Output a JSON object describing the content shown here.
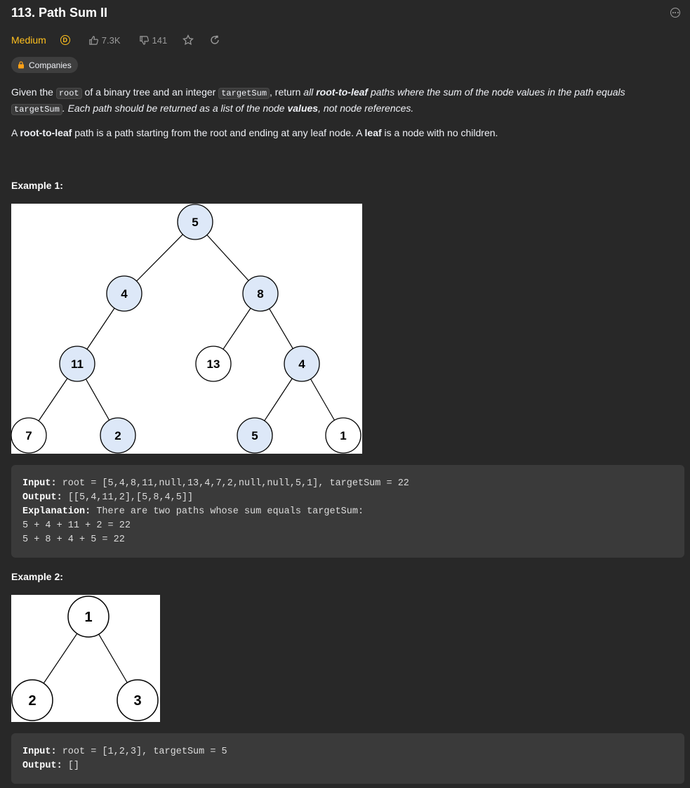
{
  "header": {
    "title": "113. Path Sum II",
    "difficulty": "Medium",
    "difficulty_color": "#ffc01e",
    "coin_glyph": "D",
    "likes": "7.3K",
    "dislikes": "141",
    "companies_label": "Companies"
  },
  "description": {
    "p1_a": "Given the ",
    "p1_code_root": "root",
    "p1_b": " of a binary tree and an integer ",
    "p1_code_target": "targetSum",
    "p1_c": ", return ",
    "p1_d": "all ",
    "p1_e": "root-to-leaf",
    "p1_f": " paths where the sum of the node values in the path equals ",
    "p1_code_target2": "targetSum",
    "p1_g": ". Each path should be returned as a list of the node ",
    "p1_h": "values",
    "p1_i": ", not node references.",
    "p2_a": "A ",
    "p2_b": "root-to-leaf",
    "p2_c": " path is a path starting from the root and ending at any leaf node. A ",
    "p2_d": "leaf",
    "p2_e": " is a node with no children."
  },
  "example1": {
    "heading": "Example 1:",
    "tree_nodes": [
      "5",
      "4",
      "8",
      "11",
      "13",
      "4",
      "7",
      "2",
      "5",
      "1"
    ],
    "highlight_color": "#dde8f8",
    "input_label": "Input:",
    "input_value": " root = [5,4,8,11,null,13,4,7,2,null,null,5,1], targetSum = 22",
    "output_label": "Output:",
    "output_value": " [[5,4,11,2],[5,8,4,5]]",
    "explanation_label": "Explanation:",
    "explanation_value": " There are two paths whose sum equals targetSum:",
    "line1": "5 + 4 + 11 + 2 = 22",
    "line2": "5 + 8 + 4 + 5 = 22"
  },
  "example2": {
    "heading": "Example 2:",
    "tree_nodes": [
      "1",
      "2",
      "3"
    ],
    "input_label": "Input:",
    "input_value": " root = [1,2,3], targetSum = 5",
    "output_label": "Output:",
    "output_value": " []"
  }
}
